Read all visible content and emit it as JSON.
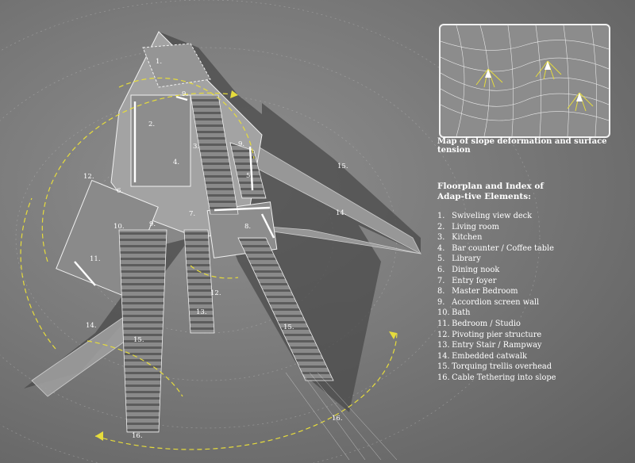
{
  "inset": {
    "caption": "Map of slope deformation and surface tension"
  },
  "index": {
    "title": "Floorplan and Index of Adap-tive Elements:",
    "items": [
      {
        "num": "1.",
        "label": "Swiveling view deck"
      },
      {
        "num": "2.",
        "label": "Living room"
      },
      {
        "num": "3.",
        "label": "Kitchen"
      },
      {
        "num": "4.",
        "label": "Bar counter / Coffee table"
      },
      {
        "num": "5.",
        "label": "Library"
      },
      {
        "num": "6.",
        "label": "Dining nook"
      },
      {
        "num": "7.",
        "label": "Entry foyer"
      },
      {
        "num": "8.",
        "label": "Master Bedroom"
      },
      {
        "num": "9.",
        "label": "Accordion screen wall"
      },
      {
        "num": "10.",
        "label": "Bath"
      },
      {
        "num": "11.",
        "label": "Bedroom / Studio"
      },
      {
        "num": "12.",
        "label": "Pivoting pier structure"
      },
      {
        "num": "13.",
        "label": "Entry Stair / Rampway"
      },
      {
        "num": "14.",
        "label": "Embedded catwalk"
      },
      {
        "num": "15.",
        "label": "Torquing trellis overhead"
      },
      {
        "num": "16.",
        "label": "Cable Tethering into slope"
      }
    ]
  },
  "plan_labels": {
    "l1": "1.",
    "l2": "2.",
    "l3": "3.",
    "l4": "4.",
    "l5": "5.",
    "l6": "6.",
    "l7": "7.",
    "l8": "8.",
    "l9a": "9.",
    "l9b": "9.",
    "l9c": "9.",
    "l10": "10.",
    "l11": "11.",
    "l12a": "12.",
    "l12b": "12.",
    "l13": "13.",
    "l14a": "14.",
    "l14b": "14.",
    "l15a": "15.",
    "l15b": "15.",
    "l15c": "15.",
    "l16a": "16.",
    "l16b": "16."
  },
  "colors": {
    "background": "#7a7a7a",
    "accent_yellow": "#e6dc3c",
    "linework": "#f0f0f0"
  }
}
